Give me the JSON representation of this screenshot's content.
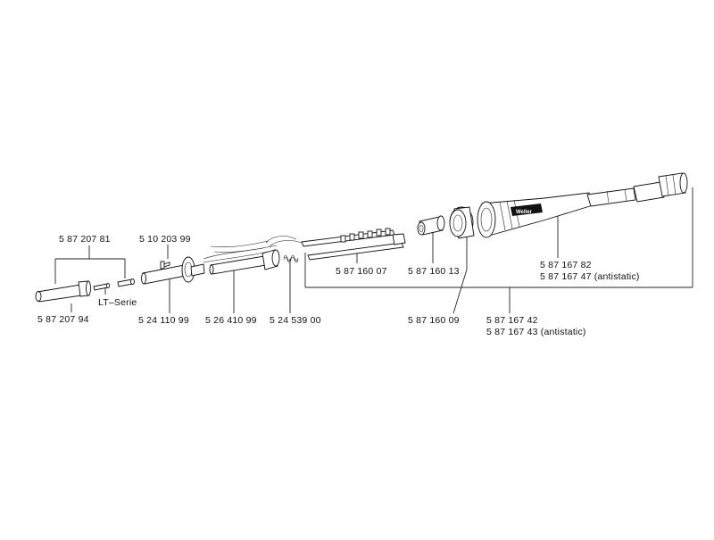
{
  "labels": {
    "tip_set": "5 87 207 81",
    "tip": "5 87 207 94",
    "lt_series": "LT–Serie",
    "screw": "5 10 203 99",
    "flange_sleeve": "5 24 110 99",
    "heating_element": "5 26 410 99",
    "spring": "5 24 539 00",
    "contact_strip": "5 87 160 07",
    "sleeve_insert": "5 87 160 13",
    "nut": "5 87 160 09",
    "handle_assembly": "5 87 167 42",
    "handle_assembly_anti": "5 87 167 43 (antistatic)",
    "handle_cable": "5 87 167 82",
    "handle_cable_anti": "5 87 167 47 (antistatic)"
  },
  "brand_mark": "Weller"
}
